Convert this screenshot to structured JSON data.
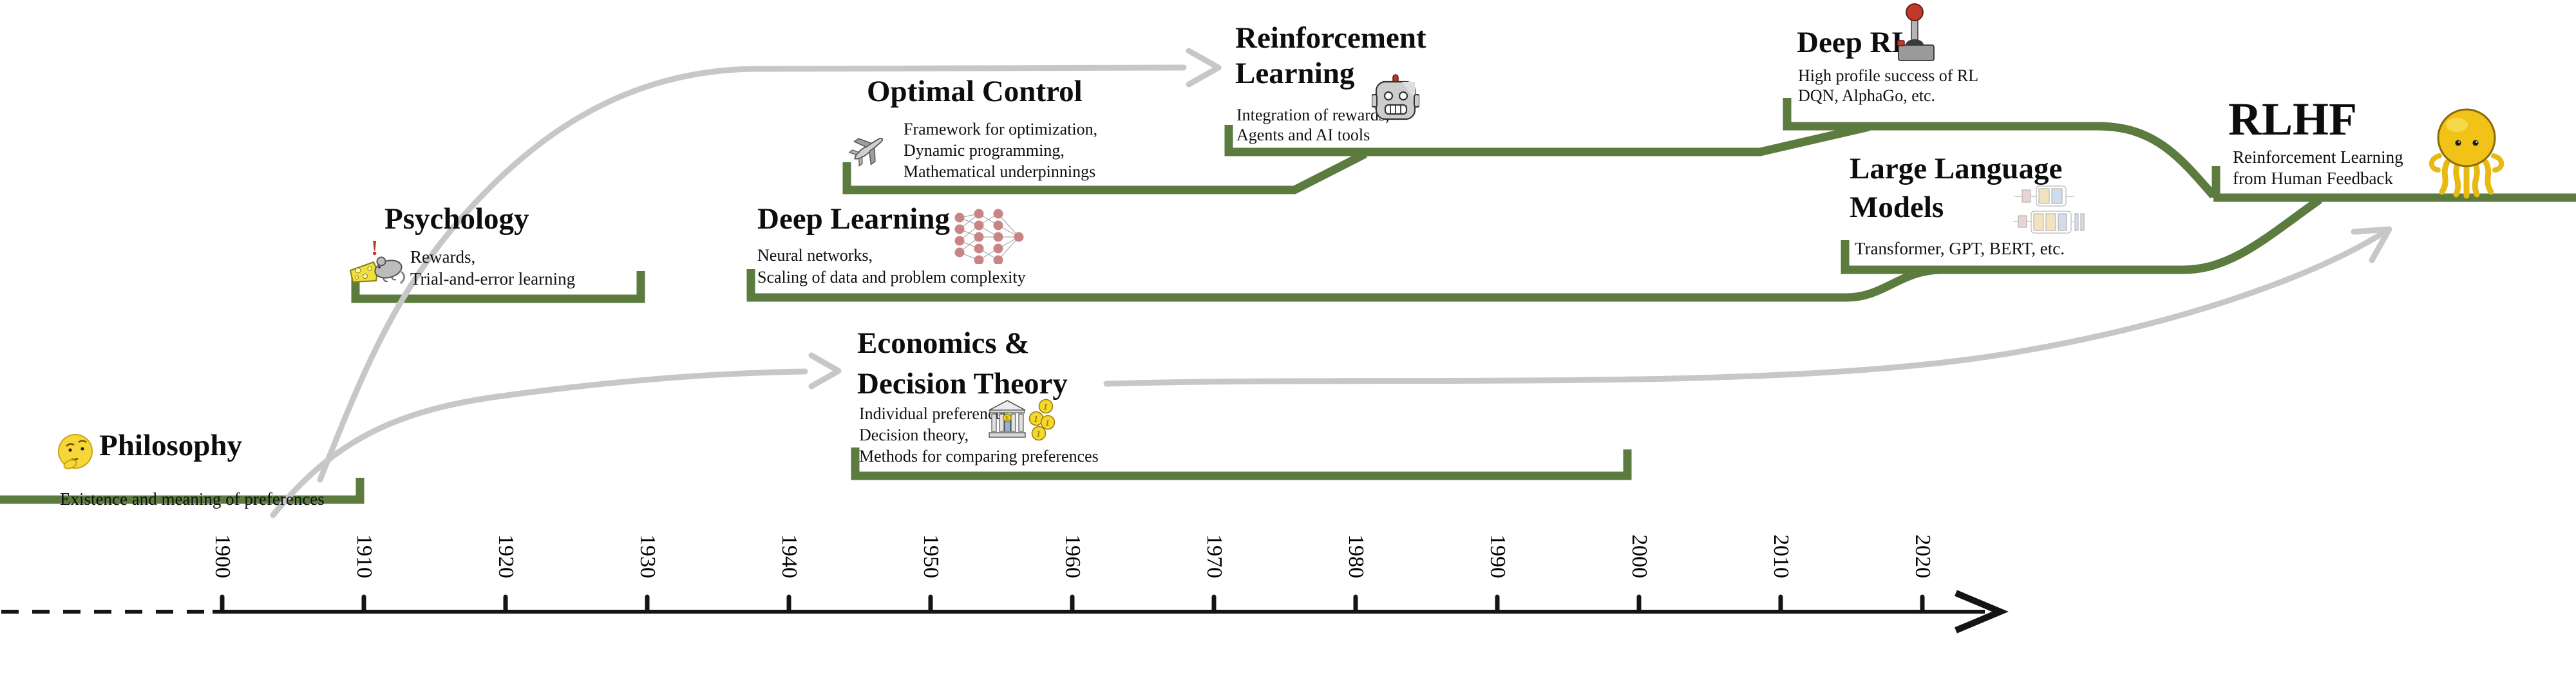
{
  "colors": {
    "stream_green": "#5b7b3f",
    "arrow_gray": "#c7c7c7",
    "axis_black": "#141414",
    "text": "#111111"
  },
  "sections": [
    {
      "id": "philosophy",
      "title": "Philosophy",
      "icon": "thinking-face-icon",
      "subtitle": [
        "Existence and meaning of preferences"
      ]
    },
    {
      "id": "psychology",
      "title": "Psychology",
      "icon": "mouse-cheese-icon",
      "icon_mark": "!",
      "subtitle": [
        "Rewards,",
        "Trial-and-error learning"
      ]
    },
    {
      "id": "optimal-control",
      "title": "Optimal Control",
      "icon": "airplane-icon",
      "subtitle": [
        "Framework for optimization,",
        "Dynamic programming,",
        "Mathematical underpinnings"
      ]
    },
    {
      "id": "reinforcement-learning",
      "title_lines": [
        "Reinforcement",
        "Learning"
      ],
      "icon": "robot-icon",
      "subtitle": [
        "Integration of rewards,",
        "Agents and AI tools"
      ]
    },
    {
      "id": "deep-learning",
      "title": "Deep Learning",
      "icon": "neural-network-icon",
      "subtitle": [
        "Neural networks,",
        "Scaling of data and problem complexity"
      ]
    },
    {
      "id": "economics",
      "title_lines": [
        "Economics &",
        "Decision Theory"
      ],
      "icon": "bank-coins-icon",
      "bank_label": "$",
      "coin_label": "1",
      "subtitle": [
        "Individual preferences,",
        "Decision theory,",
        "Methods for comparing preferences"
      ]
    },
    {
      "id": "deep-rl",
      "title": "Deep RL",
      "icon": "joystick-icon",
      "subtitle": [
        "High profile success of RL",
        "DQN, AlphaGo, etc."
      ]
    },
    {
      "id": "large-language-models",
      "title_lines": [
        "Large Language",
        "Models"
      ],
      "icon": "transformer-icon",
      "subtitle": [
        "Transformer, GPT, BERT, etc."
      ]
    },
    {
      "id": "rlhf",
      "title": "RLHF",
      "icon": "octopus-icon",
      "subtitle": [
        "Reinforcement Learning",
        "from Human Feedback"
      ]
    }
  ],
  "timeline": {
    "years": [
      "1900",
      "1910",
      "1920",
      "1930",
      "1940",
      "1950",
      "1960",
      "1970",
      "1980",
      "1990",
      "2000",
      "2010",
      "2020"
    ]
  }
}
